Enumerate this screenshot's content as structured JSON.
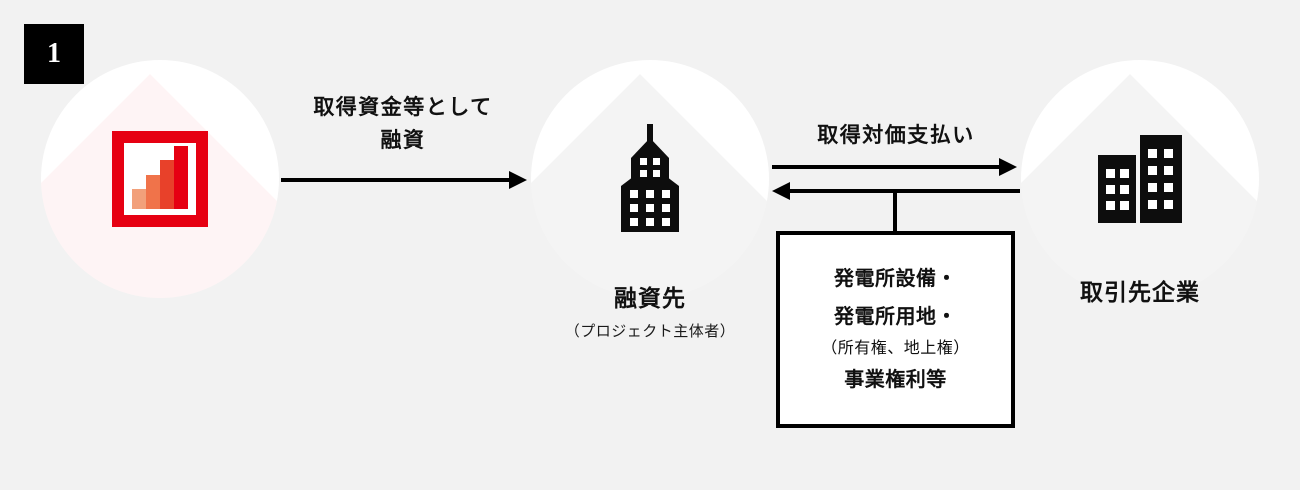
{
  "step": {
    "number": "1"
  },
  "colors": {
    "background": "#f2f2f2",
    "accent_red": "#e60012",
    "ink": "#111111",
    "node_circle": "#ffffff"
  },
  "nodes": [
    {
      "id": "loan-source",
      "icon": "bar-chart-icon",
      "label_main": "",
      "label_sub": ""
    },
    {
      "id": "borrower",
      "icon": "tower-building-icon",
      "label_main": "融資先",
      "label_sub": "（プロジェクト主体者）"
    },
    {
      "id": "partner",
      "icon": "two-buildings-icon",
      "label_main": "取引先企業",
      "label_sub": ""
    }
  ],
  "flows": [
    {
      "id": "financing",
      "label": "取得資金等として\n融資",
      "direction": "right"
    },
    {
      "id": "acquisition-payment",
      "label": "取得対価支払い",
      "direction": "right"
    },
    {
      "id": "asset-transfer",
      "label": "",
      "direction": "left"
    }
  ],
  "asset_box": {
    "lines": [
      "発電所設備・",
      "発電所用地・",
      "（所有権、地上権）",
      "事業権利等"
    ]
  },
  "chart_icon": {
    "bars": [
      {
        "height_pct": 30,
        "color": "#f2a07a"
      },
      {
        "height_pct": 52,
        "color": "#f0734a"
      },
      {
        "height_pct": 74,
        "color": "#e8412a"
      },
      {
        "height_pct": 96,
        "color": "#e60012"
      }
    ]
  }
}
